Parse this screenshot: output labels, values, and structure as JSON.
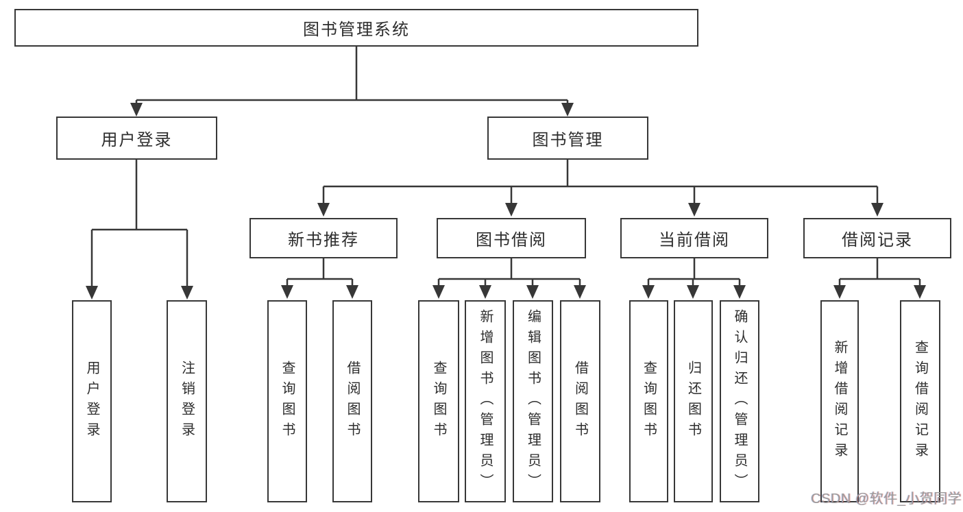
{
  "diagram": {
    "title": "图书管理系统",
    "watermark": "CSDN @软件_小贺同学",
    "colors": {
      "line": "#373737",
      "text": "#2d2d2d",
      "background": "#ffffff",
      "watermark": "#9b9b9b"
    },
    "nodes": {
      "root": {
        "label": "图书管理系统"
      },
      "user_login": {
        "label": "用户登录"
      },
      "book_mgmt": {
        "label": "图书管理"
      },
      "new_book_rec": {
        "label": "新书推荐"
      },
      "book_borrow": {
        "label": "图书借阅"
      },
      "current_borrow": {
        "label": "当前借阅"
      },
      "borrow_records": {
        "label": "借阅记录"
      },
      "leaf_user_login": {
        "label": "用户登录"
      },
      "leaf_logout": {
        "label": "注销登录"
      },
      "leaf_query_books_rec": {
        "label": "查询图书"
      },
      "leaf_borrow_books_rec": {
        "label": "借阅图书"
      },
      "leaf_query_books_borrow": {
        "label": "查询图书"
      },
      "leaf_add_books": {
        "label": "新增图书（管理员）"
      },
      "leaf_edit_books": {
        "label": "编辑图书（管理员）"
      },
      "leaf_borrow_books_borrow": {
        "label": "借阅图书"
      },
      "leaf_query_books_current": {
        "label": "查询图书"
      },
      "leaf_return_books": {
        "label": "归还图书"
      },
      "leaf_confirm_return": {
        "label": "确认归还（管理员）"
      },
      "leaf_add_borrow_record": {
        "label": "新增借阅记录"
      },
      "leaf_query_borrow_record": {
        "label": "查询借阅记录"
      }
    },
    "edges": [
      "图书管理系统→用户登录",
      "图书管理系统→图书管理",
      "用户登录→用户登录",
      "用户登录→注销登录",
      "图书管理→新书推荐",
      "图书管理→图书借阅",
      "图书管理→当前借阅",
      "图书管理→借阅记录",
      "新书推荐→查询图书",
      "新书推荐→借阅图书",
      "图书借阅→查询图书",
      "图书借阅→新增图书（管理员）",
      "图书借阅→编辑图书（管理员）",
      "图书借阅→借阅图书",
      "当前借阅→查询图书",
      "当前借阅→归还图书",
      "当前借阅→确认归还（管理员）",
      "借阅记录→新增借阅记录",
      "借阅记录→查询借阅记录"
    ]
  }
}
